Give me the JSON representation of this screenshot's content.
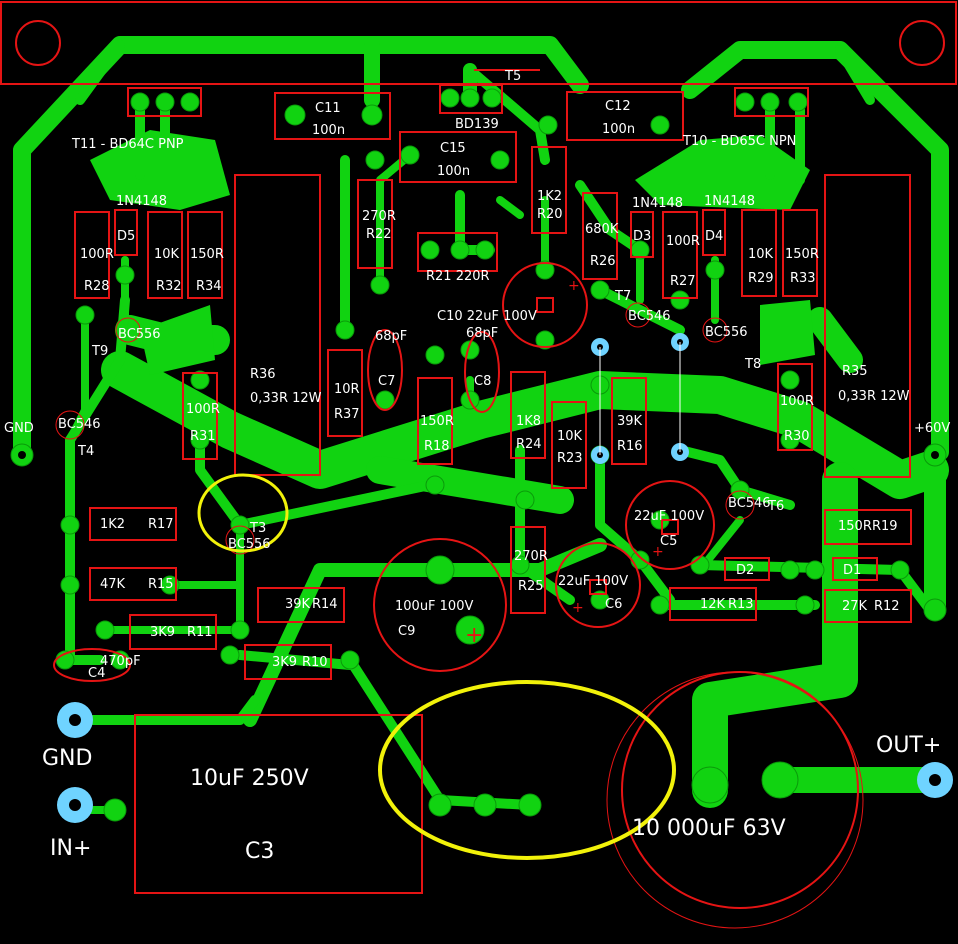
{
  "board": {
    "background": "#000000",
    "copper_color": "#11d311",
    "silk_color": "#e51414",
    "label_color": "#ffffff",
    "highlight_color": "#f2f20a",
    "blue_pad_color": "#6fd3ff"
  },
  "transistors": {
    "t11": "T11 - BD64C PNP",
    "t10": "T10 - BD65C NPN",
    "t5": "T5",
    "bd139": "BD139",
    "t7": "T7",
    "t8": "T8",
    "t9": "T9",
    "t4": "T4",
    "t3": "T3",
    "t6": "T6",
    "bc556a": "BC556",
    "bc546a": "BC546",
    "bc556b": "BC556",
    "bc546b": "BC546",
    "bc556c": "BC556",
    "bc546c": "BC546"
  },
  "capacitors": {
    "c11_name": "C11",
    "c11_val": "100n",
    "c12_name": "C12",
    "c12_val": "100n",
    "c15_name": "C15",
    "c15_val": "100n",
    "c10": "C10 22uF 100V",
    "c7_name": "C7",
    "c7_val": "68pF",
    "c8_name": "C8",
    "c8_val": "68pF",
    "c5_name": "C5",
    "c5_val": "22uF 100V",
    "c6_name": "C6",
    "c6_val": "22uF 100V",
    "c9_name": "C9",
    "c9_val": "100uF 100V",
    "c4_name": "C4",
    "c4_val": "470pF",
    "c3_name": "C3",
    "c3_val": "10uF 250V",
    "big_val": "10 000uF 63V"
  },
  "resistors": {
    "r28_name": "R28",
    "r28_val": "100R",
    "r32_name": "R32",
    "r32_val": "10K",
    "r34_name": "R34",
    "r34_val": "150R",
    "r22_name": "R22",
    "r22_val": "270R",
    "r21": "R21 220R",
    "r20_name": "R20",
    "r20_val": "1K2",
    "r26_name": "R26",
    "r26_val": "680K",
    "r27_name": "R27",
    "r27_val": "100R",
    "r29_name": "R29",
    "r29_val": "10K",
    "r33_name": "R33",
    "r33_val": "150R",
    "r36_name": "R36",
    "r36_val": "0,33R 12W",
    "r35_name": "R35",
    "r35_val": "0,33R 12W",
    "r31_name": "R31",
    "r31_val": "100R",
    "r37_name": "R37",
    "r37_val": "10R",
    "r18_name": "R18",
    "r18_val": "150R",
    "r24_name": "R24",
    "r24_val": "1K8",
    "r23_name": "R23",
    "r23_val": "10K",
    "r16_name": "R16",
    "r16_val": "39K",
    "r30_name": "R30",
    "r30_val": "100R",
    "r17_name": "R17",
    "r17_val": "1K2",
    "r15_name": "R15",
    "r15_val": "47K",
    "r11_name": "R11",
    "r11_val": "3K9",
    "r14_name": "R14",
    "r14_val": "39K",
    "r10_name": "R10",
    "r10_val": "3K9",
    "r25_name": "R25",
    "r25_val": "270R",
    "r13_name": "R13",
    "r13_val": "12K",
    "r19_name": "R19",
    "r19_val": "150R",
    "r12_name": "R12",
    "r12_val": "27K"
  },
  "diodes": {
    "d5": "D5",
    "d3": "D3",
    "d4": "D4",
    "d2": "D2",
    "d1": "D1",
    "n4148a": "1N4148",
    "n4148b": "1N4148",
    "n4148c": "1N4148"
  },
  "connectors": {
    "gnd_left": "GND",
    "v60": "+60V",
    "gnd_bottom": "GND",
    "in_plus": "IN+",
    "out_plus": "OUT+"
  }
}
